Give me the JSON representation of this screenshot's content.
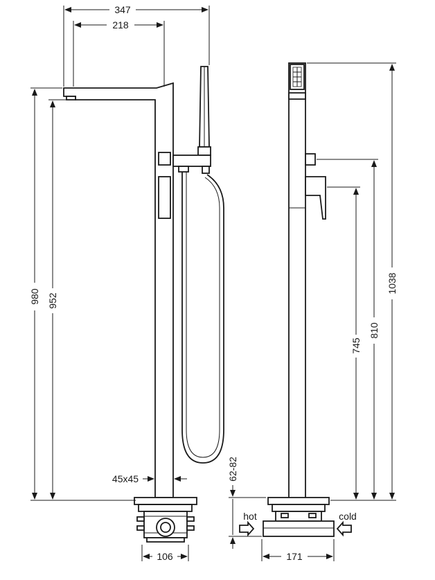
{
  "dimensions": {
    "overall_width": "347",
    "spout_reach": "218",
    "total_height_front": "980",
    "spout_height": "952",
    "column_section": "45x45",
    "base_height": "62-82",
    "base_width_front": "106",
    "total_height_side": "1038",
    "diverter_height": "810",
    "handle_height": "745",
    "base_width_side": "171"
  },
  "labels": {
    "hot": "hot",
    "cold": "cold"
  }
}
